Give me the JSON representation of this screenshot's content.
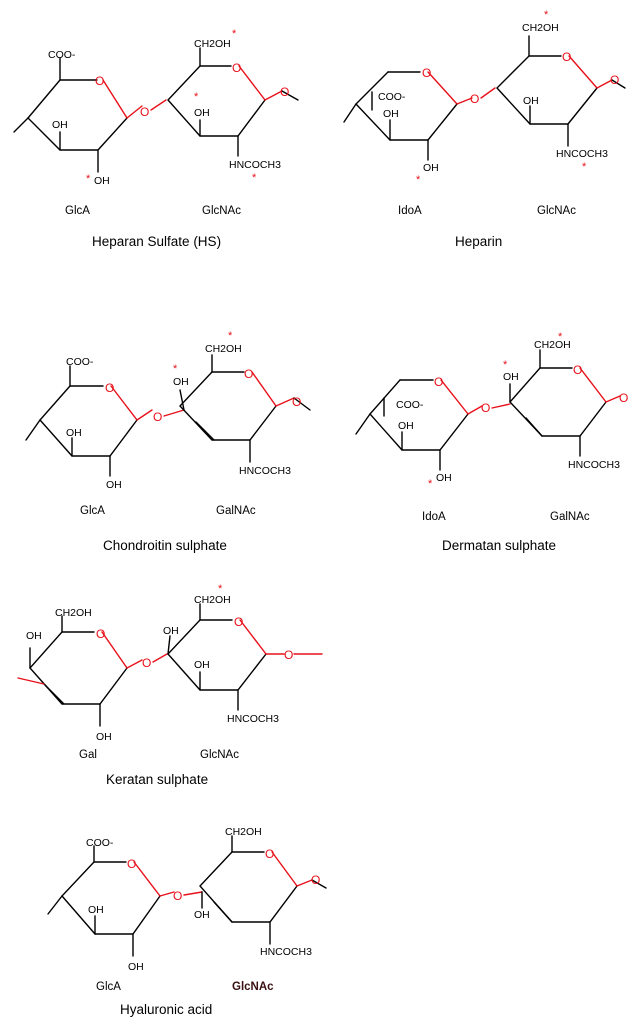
{
  "atoms": {
    "carboxylate": "COO-",
    "hydroxymethyl": "CH2OH",
    "hydroxyl": "OH",
    "acetamido": "HNCOCH3",
    "ring_oxygen": "O",
    "sulfation_mark": "*"
  },
  "panels": [
    {
      "title": "Heparan Sulfate (HS)",
      "units": [
        "GlcA",
        "GlcNAc"
      ]
    },
    {
      "title": "Heparin",
      "units": [
        "IdoA",
        "GlcNAc"
      ]
    },
    {
      "title": "Chondroitin sulphate",
      "units": [
        "GlcA",
        "GalNAc"
      ]
    },
    {
      "title": "Dermatan sulphate",
      "units": [
        "IdoA",
        "GalNAc"
      ]
    },
    {
      "title": "Keratan sulphate",
      "units": [
        "Gal",
        "GlcNAc"
      ]
    },
    {
      "title": "Hyaluronic acid",
      "units": [
        "GlcA",
        "GlcNAc"
      ]
    }
  ],
  "colors": {
    "bond": "#000000",
    "heteroatom": "#e8101a",
    "sulfation_mark": "#e8101a"
  }
}
